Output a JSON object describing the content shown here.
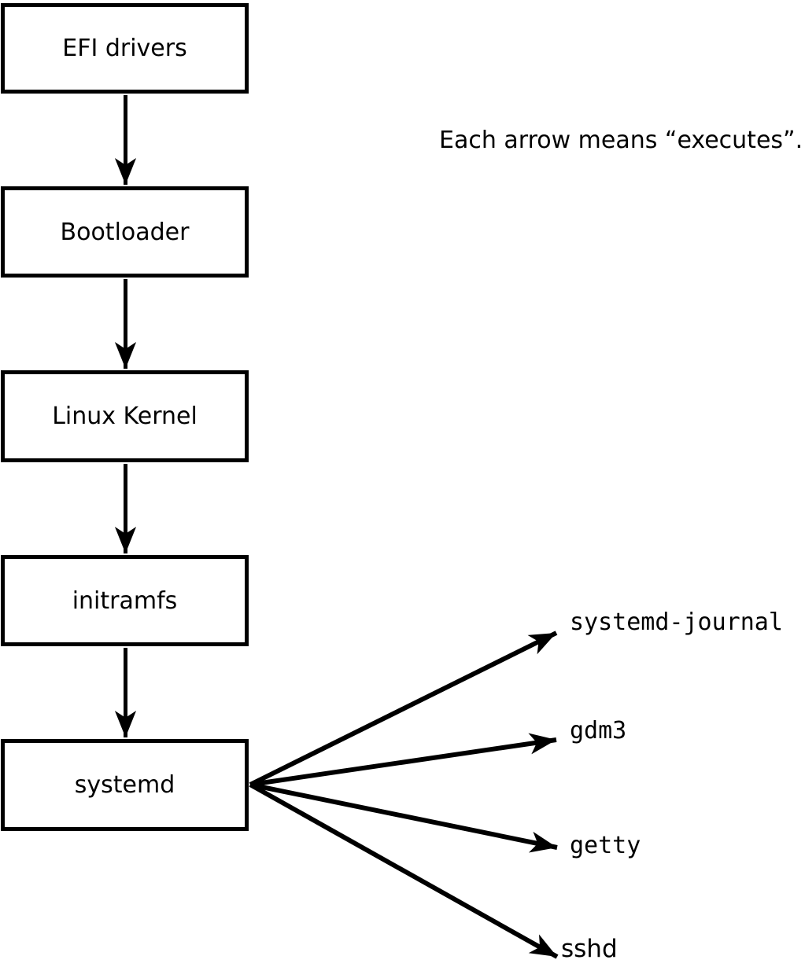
{
  "canvas": {
    "background": "#ffffff",
    "foreground": "#000000"
  },
  "caption": "Each arrow means “executes”.",
  "chain": [
    {
      "id": "efi-drivers",
      "label": "EFI drivers"
    },
    {
      "id": "bootloader",
      "label": "Bootloader"
    },
    {
      "id": "linux-kernel",
      "label": "Linux Kernel"
    },
    {
      "id": "initramfs",
      "label": "initramfs"
    },
    {
      "id": "systemd",
      "label": "systemd"
    }
  ],
  "fanout": [
    {
      "id": "systemd-journal",
      "label": "systemd-journal"
    },
    {
      "id": "gdm3",
      "label": "gdm3"
    },
    {
      "id": "getty",
      "label": "getty"
    },
    {
      "id": "sshd",
      "label": "sshd"
    }
  ]
}
